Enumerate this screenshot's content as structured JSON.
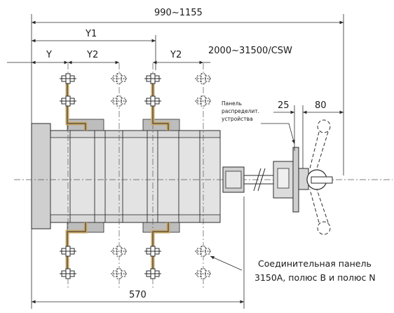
{
  "dimensions": {
    "overall": "990~1155",
    "y1": "Y1",
    "y": "Y",
    "y2_left": "Y2",
    "y2_right": "Y2",
    "rating": "2000~31500/CSW",
    "d25": "25",
    "d80": "80",
    "bottom": "570"
  },
  "callouts": {
    "panel": [
      "Панель",
      "распределит.",
      "устройства"
    ],
    "connector": [
      "Соединительная панель",
      "3150А, полюс В и полюс N"
    ]
  },
  "colors": {
    "line": "#2a2a2a",
    "body_fill": "#d9d9d9",
    "body_dark": "#bdbdbd",
    "busbar": "#c9a96a"
  }
}
